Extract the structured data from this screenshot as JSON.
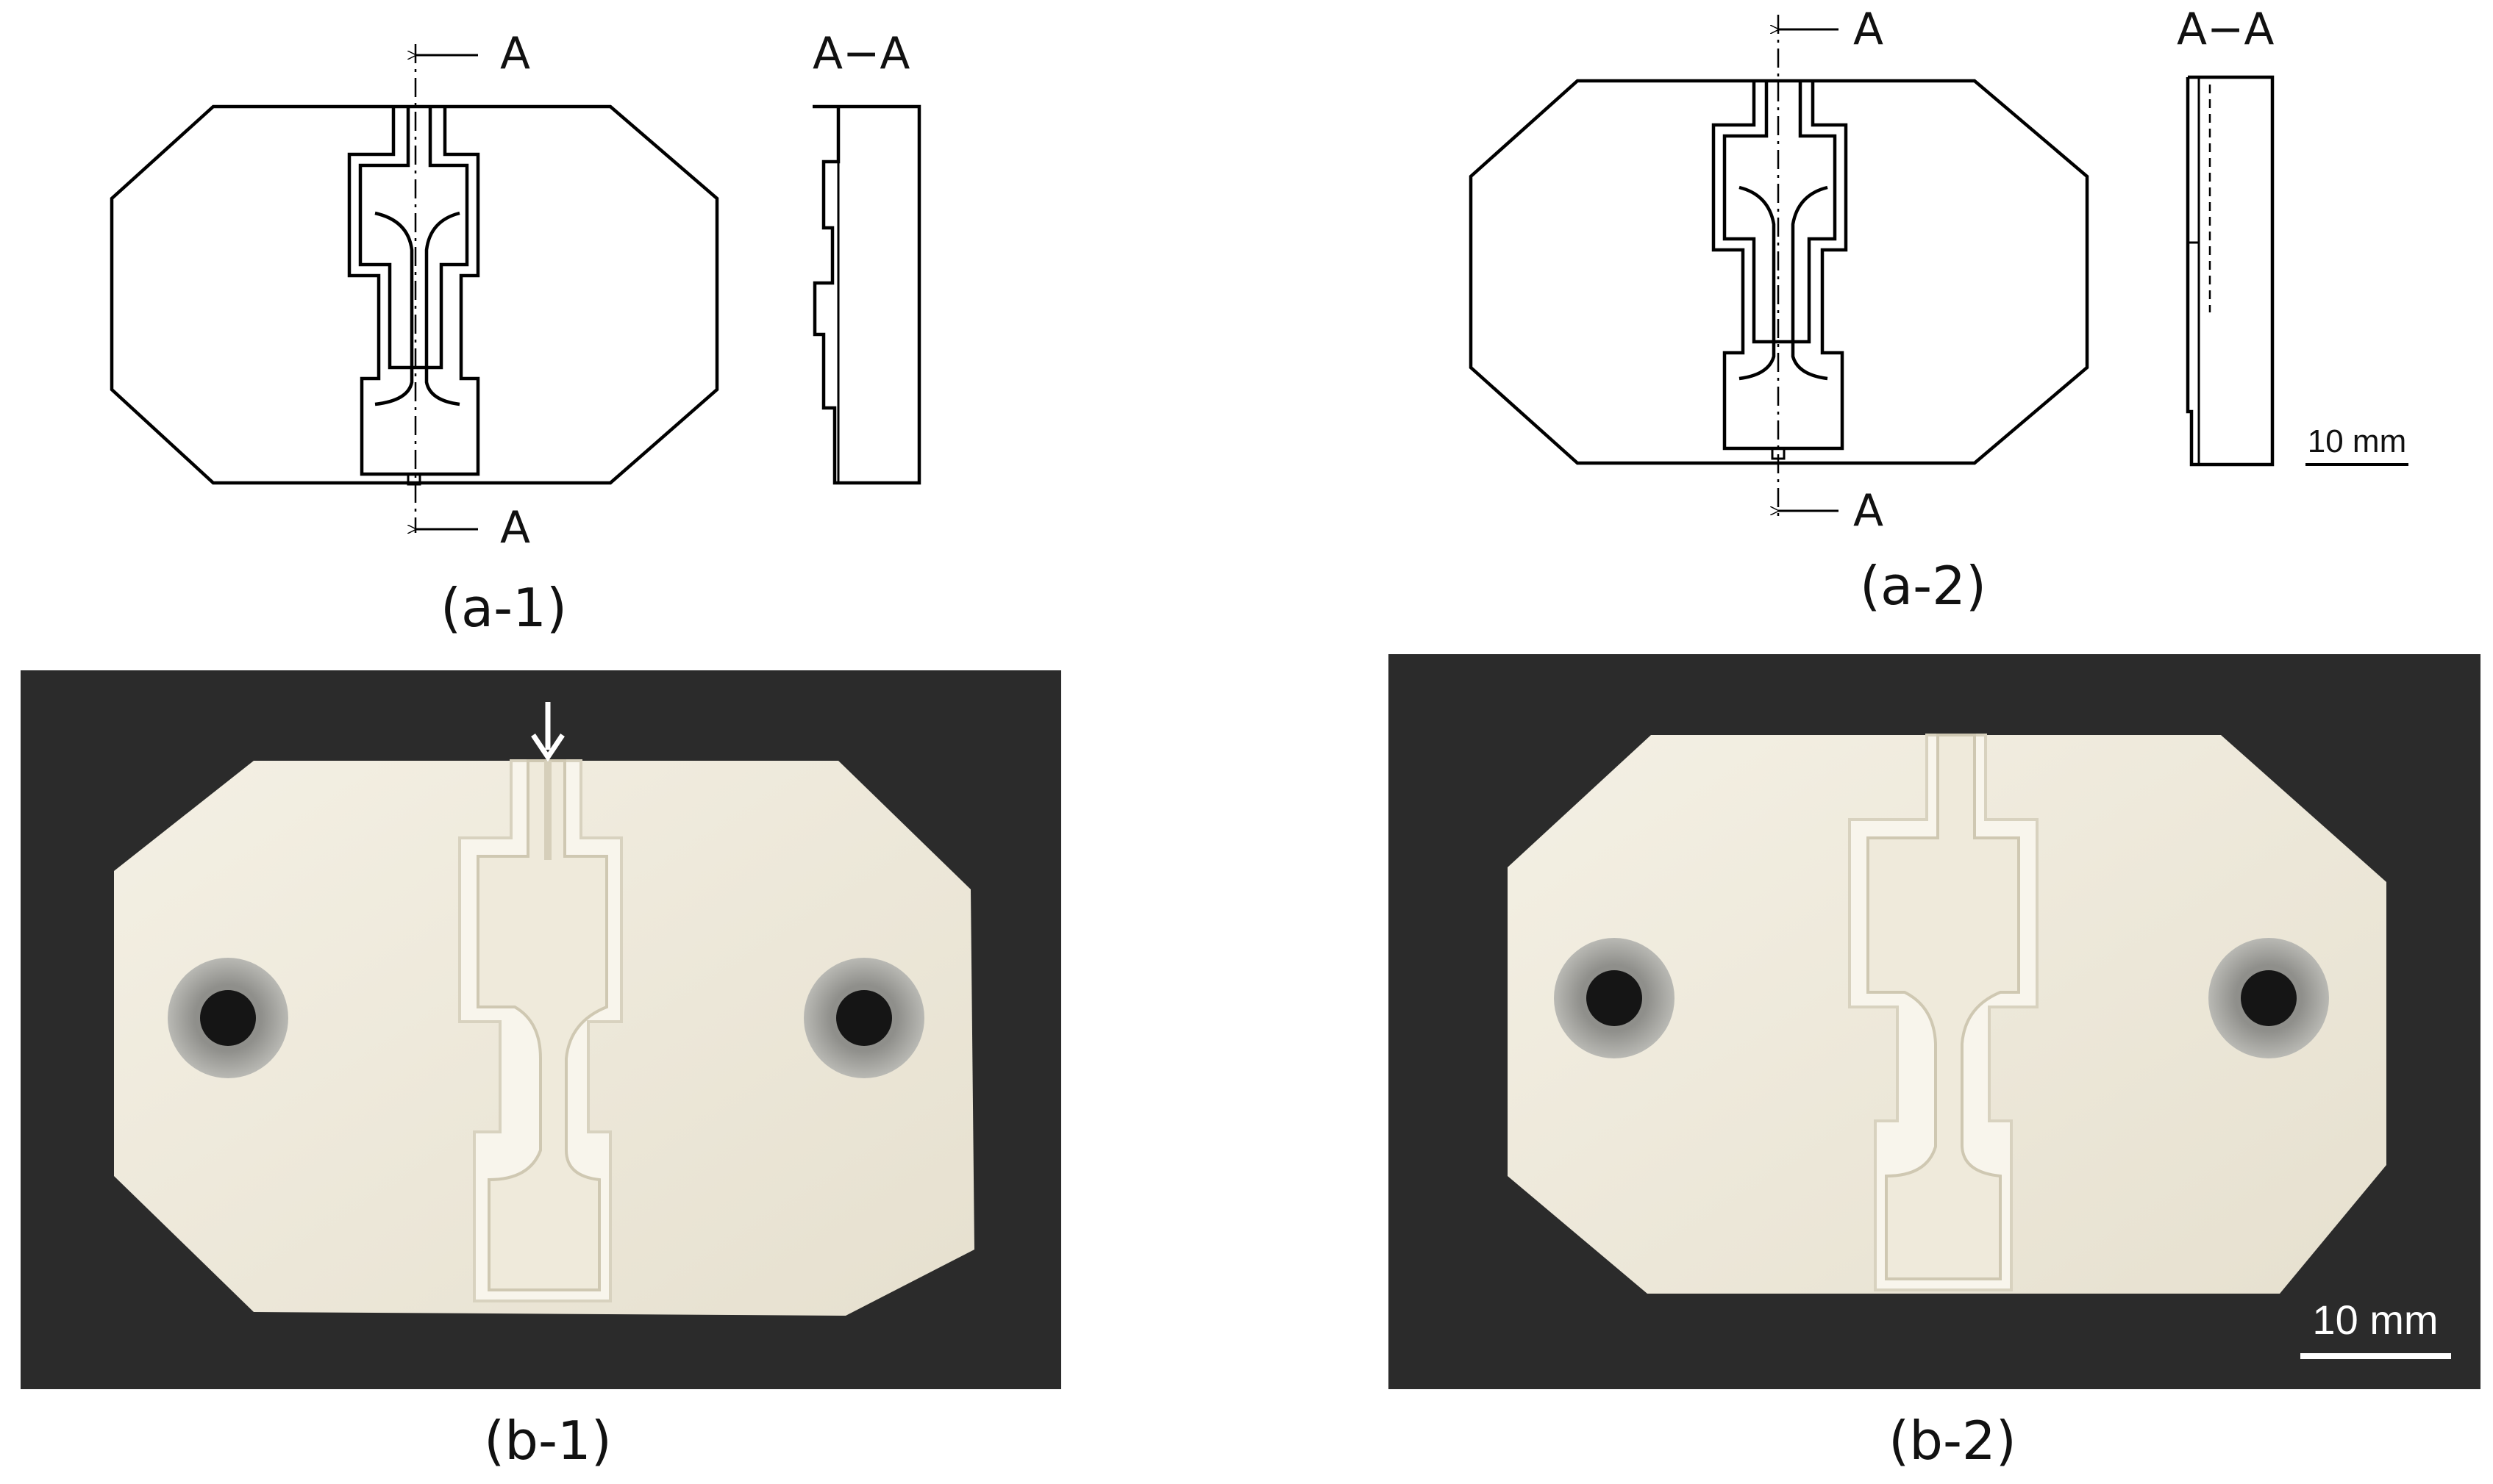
{
  "panels": {
    "a1": {
      "label": "(a-1)",
      "section_mark": "A",
      "section_view_label": "A−A"
    },
    "a2": {
      "label": "(a-2)",
      "section_mark": "A",
      "section_view_label": "A−A",
      "scale_bar": "10 mm"
    },
    "b1": {
      "label": "(b-1)"
    },
    "b2": {
      "label": "(b-2)",
      "scale_bar": "10 mm"
    }
  },
  "colors": {
    "photo_background": "#2b2b2b",
    "mold_plastic": "#efeadb",
    "hole_ring": "#a8a8a3",
    "hole": "#151515",
    "drawing_line": "#000000"
  }
}
